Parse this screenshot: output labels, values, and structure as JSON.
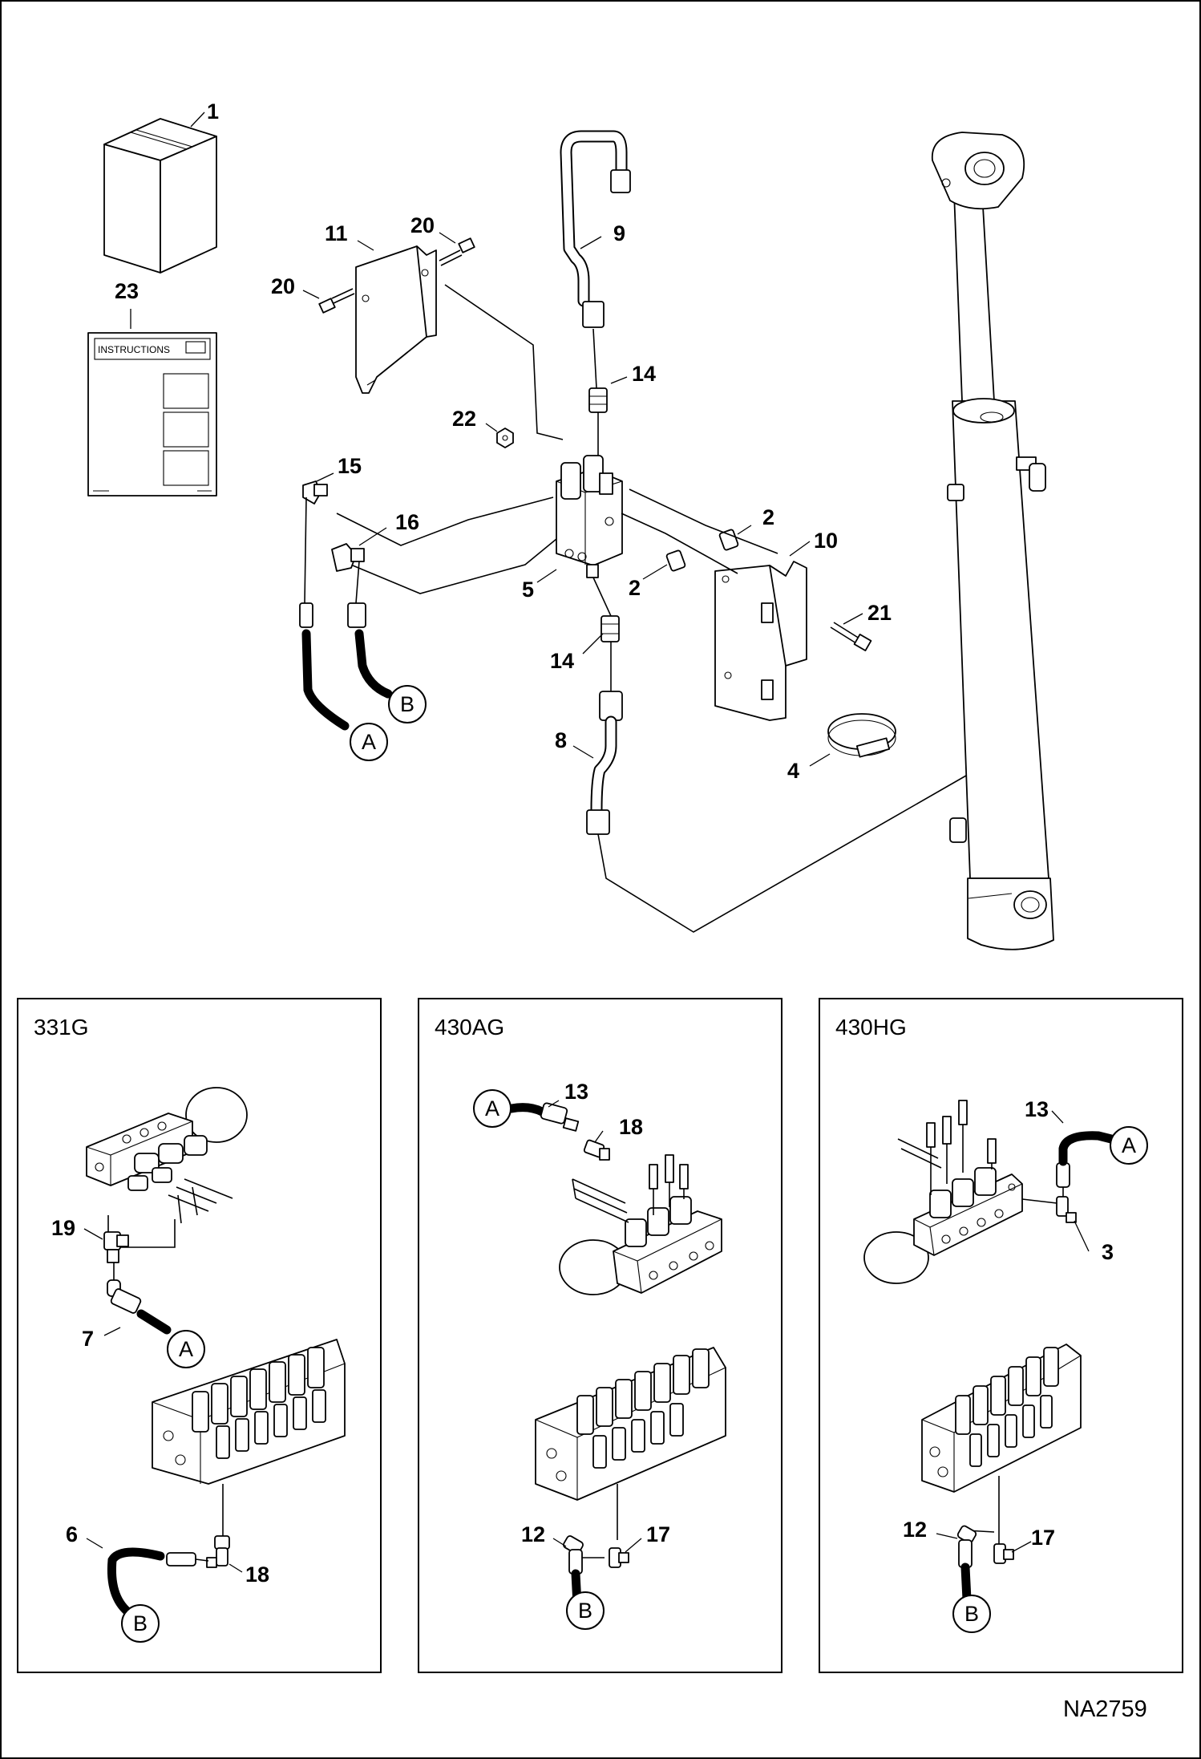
{
  "drawing_number": "NA2759",
  "instructions_label": "INSTRUCTIONS",
  "panels": [
    {
      "title": "331G"
    },
    {
      "title": "430AG"
    },
    {
      "title": "430HG"
    }
  ],
  "connectors": {
    "a": "A",
    "b": "B"
  },
  "callouts": {
    "n1": "1",
    "n2": "2",
    "n3": "3",
    "n4": "4",
    "n5": "5",
    "n6": "6",
    "n7": "7",
    "n8": "8",
    "n9": "9",
    "n10": "10",
    "n11": "11",
    "n12": "12",
    "n13": "13",
    "n14": "14",
    "n15": "15",
    "n16": "16",
    "n17": "17",
    "n18": "18",
    "n19": "19",
    "n20": "20",
    "n21": "21",
    "n22": "22",
    "n23": "23"
  }
}
